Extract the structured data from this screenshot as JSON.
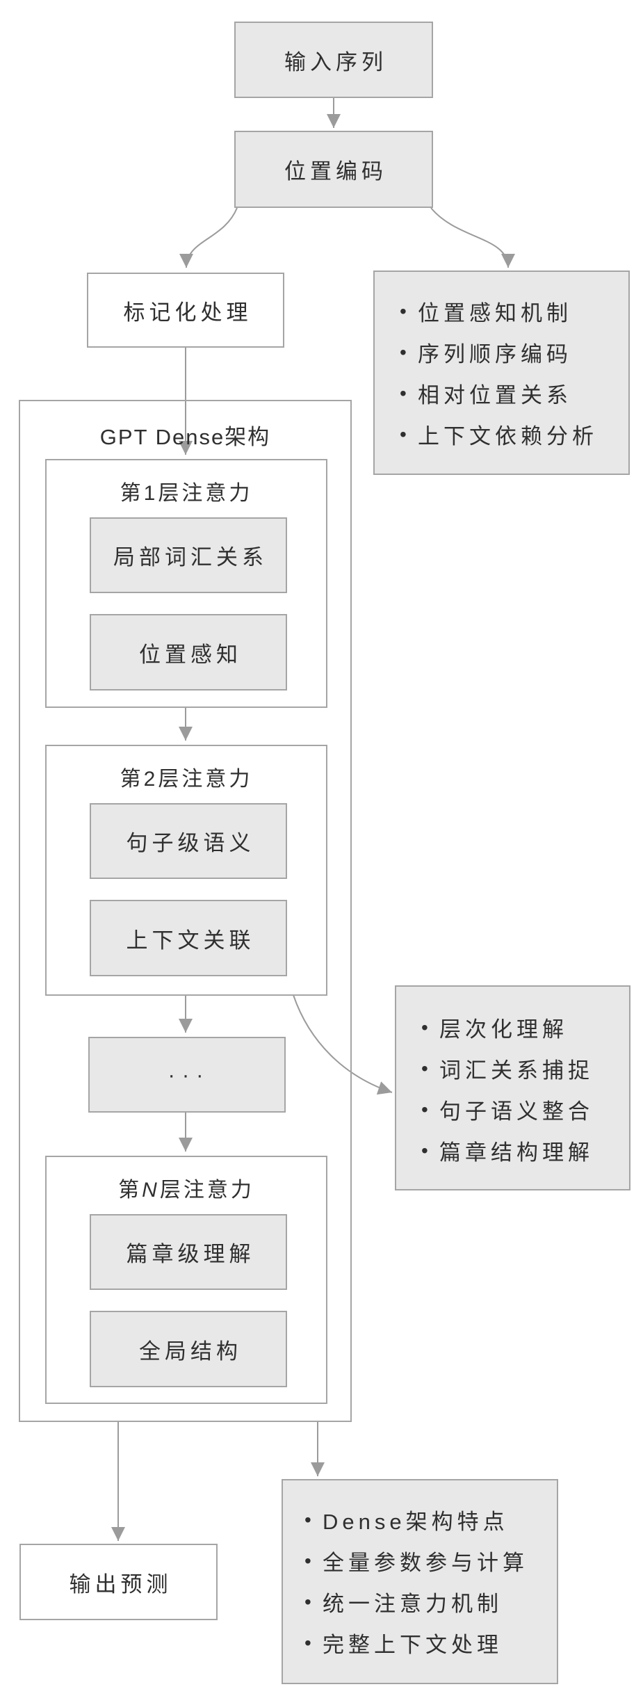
{
  "nodes": {
    "input": "输入序列",
    "position_encoding": "位置编码",
    "tokenization": "标记化处理",
    "ellipsis": "···",
    "output": "输出预测"
  },
  "dense": {
    "title": "GPT Dense架构"
  },
  "layers": {
    "layer1": {
      "prefix": "第",
      "num": "1",
      "suffix": "层注意力",
      "box1": "局部词汇关系",
      "box2": "位置感知"
    },
    "layer2": {
      "prefix": "第",
      "num": "2",
      "suffix": "层注意力",
      "box1": "句子级语义",
      "box2": "上下文关联"
    },
    "layerN": {
      "prefix": "第",
      "num": "N",
      "suffix": "层注意力",
      "box1": "篇章级理解",
      "box2": "全局结构"
    }
  },
  "notes": {
    "position": {
      "items": [
        "位置感知机制",
        "序列顺序编码",
        "相对位置关系",
        "上下文依赖分析"
      ]
    },
    "hierarchy": {
      "items": [
        "层次化理解",
        "词汇关系捕捉",
        "句子语义整合",
        "篇章结构理解"
      ]
    },
    "dense": {
      "items": [
        "Dense架构特点",
        "全量参数参与计算",
        "统一注意力机制",
        "完整上下文处理"
      ]
    }
  },
  "bullet": "•",
  "colors": {
    "box_fill": "#e8e8e8",
    "box_border": "#a5a5a5",
    "line": "#9b9b9b",
    "text": "#2f2f2f",
    "background": "#ffffff"
  }
}
